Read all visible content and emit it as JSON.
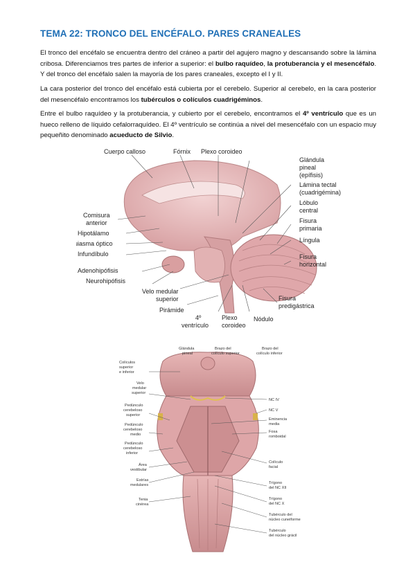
{
  "title": "TEMA 22: TRONCO DEL ENCÉFALO. PARES CRANEALES",
  "p1": {
    "a": "El tronco del encéfalo se encuentra dentro del cráneo a partir del agujero magno y descansando sobre la lámina cribosa. Diferenciamos tres partes de inferior a superior: el ",
    "b1": "bulbo raquídeo",
    "c": ", ",
    "b2": "la protuberancia",
    "d": " y el ",
    "b3": "mesencéfalo",
    "e": ". Y del tronco del encéfalo salen la mayoría de los pares craneales, excepto el I y II."
  },
  "p2": {
    "a": "La cara posterior del tronco del encéfalo está cubierta por el cerebelo. Superior al cerebelo, en la cara posterior del mesencéfalo encontramos los ",
    "b1": "tubérculos o colículos cuadrigéminos",
    "c": "."
  },
  "p3": {
    "a": "Entre el bulbo raquídeo y la protuberancia, y cubierto por el cerebelo, encontramos el ",
    "b1": "4º ventrículo",
    "c": " que es un hueco relleno de líquido cefalorraquídeo. El 4º ventrículo se continúa a nivel del mesencéfalo con un espacio muy pequeñito denominado ",
    "b2": "acueducto de Silvio",
    "d": "."
  },
  "figure1": {
    "labels": {
      "cuerpo_calloso": "Cuerpo calloso",
      "fornix": "Fórnix",
      "plexo_coroideo_top": "Plexo coroideo",
      "glandula_pineal_1": "Glándula",
      "glandula_pineal_2": "pineal",
      "glandula_pineal_3": "(epífisis)",
      "lamina_tectal_1": "Lámina tectal",
      "lamina_tectal_2": "(cuadrigémina)",
      "lobulo_central_1": "Lóbulo",
      "lobulo_central_2": "central",
      "fisura_primaria_1": "Fisura",
      "fisura_primaria_2": "primaria",
      "lingula": "Língula",
      "fisura_horizontal_1": "Fisura",
      "fisura_horizontal_2": "horizontal",
      "fisura_predigastrica_1": "Fisura",
      "fisura_predigastrica_2": "predigástrica",
      "nodulo": "Nódulo",
      "plexo_coroideo_bottom_1": "Plexo",
      "plexo_coroideo_bottom_2": "coroideo",
      "cuarto_ventriculo_1": "4º",
      "cuarto_ventriculo_2": "ventrículo",
      "piramide": "Pirámide",
      "velo_medular_1": "Velo medular",
      "velo_medular_2": "superior",
      "neurohipofisis": "Neurohipófisis",
      "adenohipofisis": "Adenohipófisis",
      "infundibulo": "Infundíbulo",
      "quiasma_optico": "Quiasma óptico",
      "hipotalamo": "Hipotálamo",
      "comisura_anterior_1": "Comisura",
      "comisura_anterior_2": "anterior",
      "marker": "I"
    }
  },
  "figure2": {
    "labels": {
      "glandula_pineal_1": "Glándula",
      "glandula_pineal_2": "pineal",
      "brazo_sup_1": "Brazo del",
      "brazo_sup_2": "colículo superior",
      "brazo_inf_1": "Brazo del",
      "brazo_inf_2": "colículo inferior",
      "coliculos_1": "Colículos",
      "coliculos_2": "superior",
      "coliculos_3": "e inferior",
      "velo_1": "Velo",
      "velo_2": "medular",
      "velo_3": "superior",
      "ped_sup_1": "Pedúnculo",
      "ped_sup_2": "cerebeloso",
      "ped_sup_3": "superior",
      "ped_med_1": "Pedúnculo",
      "ped_med_2": "cerebeloso",
      "ped_med_3": "medio",
      "ped_inf_1": "Pedúnculo",
      "ped_inf_2": "cerebeloso",
      "ped_inf_3": "inferior",
      "area_vest_1": "Área",
      "area_vest_2": "vestibular",
      "estrias_1": "Estrías",
      "estrias_2": "medulares",
      "tenia_1": "Tenia",
      "tenia_2": "cinérea",
      "nc_iv": "NC IV",
      "nc_v": "NC V",
      "eminencia_1": "Eminencia",
      "eminencia_2": "media",
      "fosa_1": "Fosa",
      "fosa_2": "romboidal",
      "coliculo_facial_1": "Colículo",
      "coliculo_facial_2": "facial",
      "trigono_xii_1": "Trígono",
      "trigono_xii_2": "del NC XII",
      "trigono_x_1": "Trígono",
      "trigono_x_2": "del NC X",
      "tub_cun_1": "Tubérculo del",
      "tub_cun_2": "núcleo cuneiforme",
      "tub_gracil_1": "Tubérculo",
      "tub_gracil_2": "del núcleo grácil"
    }
  },
  "colors": {
    "title": "#1f6fb6",
    "tissue": "#e7b9b9",
    "tissue_dark": "#c98f8f",
    "nerve_yellow": "#e0c050"
  }
}
